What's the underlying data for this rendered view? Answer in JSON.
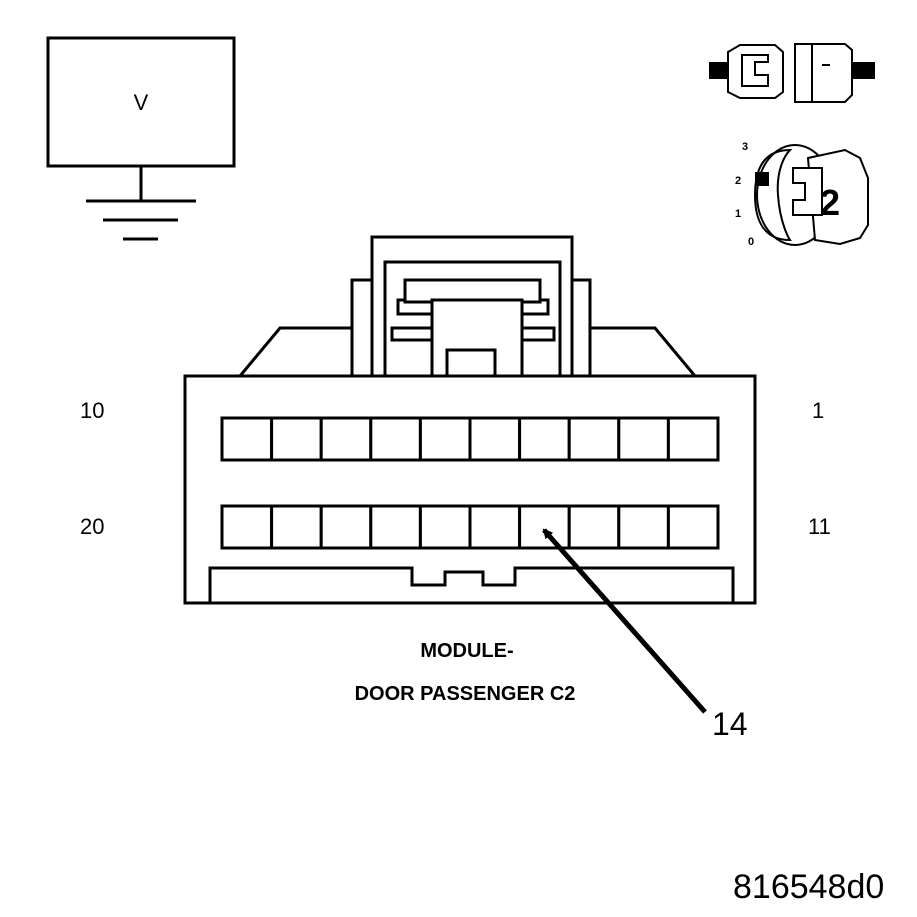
{
  "meter": {
    "symbol": "V"
  },
  "ignition": {
    "positions": [
      "3",
      "2",
      "1",
      "0"
    ],
    "position_value": "2"
  },
  "connector": {
    "pin_top_left": "10",
    "pin_top_right": "1",
    "pin_bottom_left": "20",
    "pin_bottom_right": "11",
    "title_line1": "MODULE-",
    "title_line2": "DOOR PASSENGER C2"
  },
  "callout": {
    "pin": "14"
  },
  "figure_id": "816548d0",
  "colors": {
    "ink": "#000000",
    "background": "#ffffff"
  }
}
